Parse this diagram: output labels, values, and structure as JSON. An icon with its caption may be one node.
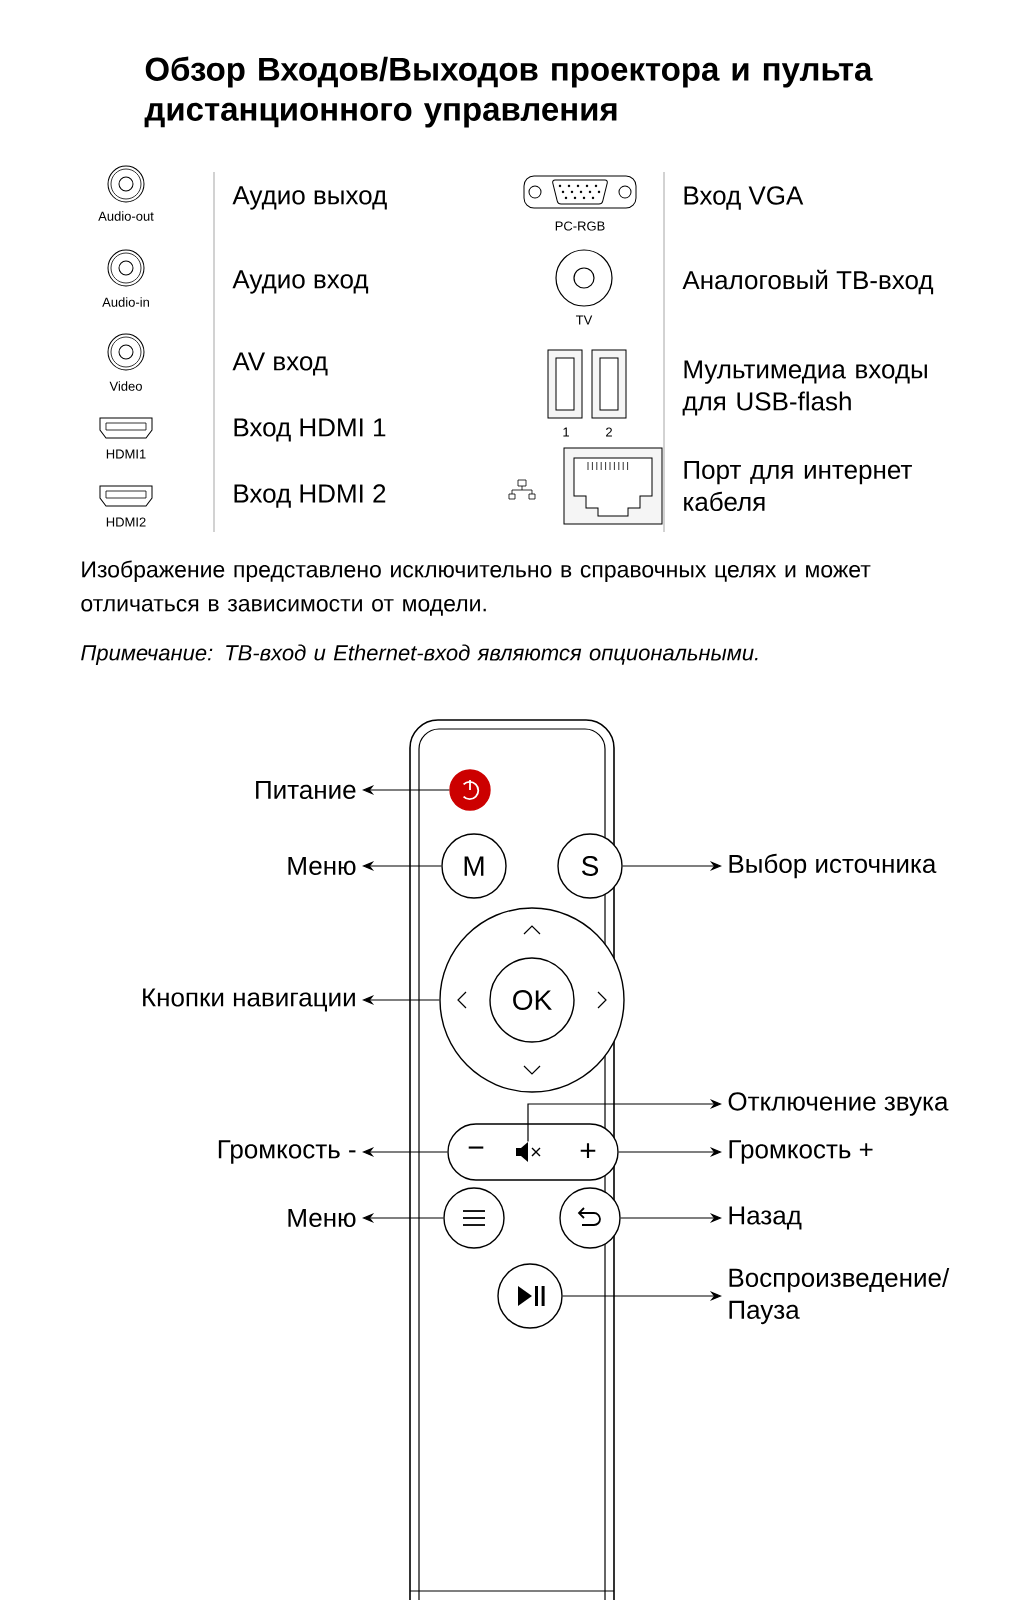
{
  "diagram": {
    "title": "Обзор Входов/Выходов проектора и пульта дистанционного управления",
    "nodes": [
      {
        "text": [
          "Питание"
        ]
      },
      {
        "text": [],
        "shape": "circle"
      },
      {
        "text": [
          "Меню"
        ]
      },
      {
        "text": [
          "M"
        ]
      },
      {
        "text": [
          "S"
        ]
      },
      {
        "text": [
          "Выбор источника"
        ]
      },
      {
        "text": [
          "Кнопки навигации"
        ]
      },
      {
        "text": [],
        "shape": "circle"
      },
      {
        "text": [
          "OK"
        ],
        "in": 7
      },
      {
        "text": [
          "Отключение звука"
        ]
      },
      {
        "text": [
          "Громкость -"
        ]
      },
      {
        "text": [
          "−",
          "+"
        ]
      },
      {
        "text": [],
        "shape": "speaker",
        "in": 11
      },
      {
        "text": [
          "Громкость +"
        ]
      },
      {
        "text": [
          "Меню"
        ]
      },
      {
        "text": [],
        "shape": "circle"
      },
      {
        "text": [],
        "shape": "circle"
      },
      {
        "text": [
          "Назад"
        ]
      },
      {
        "text": [],
        "shape": "circle"
      },
      {
        "text": [
          "Воспроизведение/ Пауза"
        ]
      }
    ],
    "edges": [
      {
        "from": 1,
        "to": 0,
        "arrow": "to"
      },
      {
        "from": 3,
        "to": 2,
        "arrow": "to"
      },
      {
        "from": 4,
        "to": 5,
        "arrow": "to"
      },
      {
        "from": 7,
        "to": 6,
        "arrow": "to"
      },
      {
        "from": 12,
        "to": 9,
        "arrow": "to"
      },
      {
        "from": 11,
        "to": 10,
        "arrow": "to"
      },
      {
        "from": 11,
        "to": 13,
        "arrow": "to"
      },
      {
        "from": 15,
        "to": 14,
        "arrow": "to"
      },
      {
        "from": 16,
        "to": 17,
        "arrow": "to"
      },
      {
        "from": 18,
        "to": 19,
        "arrow": "to"
      }
    ],
    "labels": [
      "Audio-out",
      "Аудио выход",
      "Audio-in",
      "Аудио вход",
      "Video",
      "AV вход",
      "HDMI1",
      "Вход HDMI 1",
      "HDMI2",
      "Вход HDMI 2",
      "PC-RGB",
      "Вход VGA",
      "TV",
      "Аналоговый ТВ-вход",
      "1",
      "2",
      "Мультимедиа входы для USB-flash",
      "Порт для интернет кабеля",
      "Изображение представлено исключительно в справочных целях и может отличаться в зависимости от модели.",
      "Примечание: ТВ-вход и Ethernet-вход являются опциональными."
    ]
  }
}
